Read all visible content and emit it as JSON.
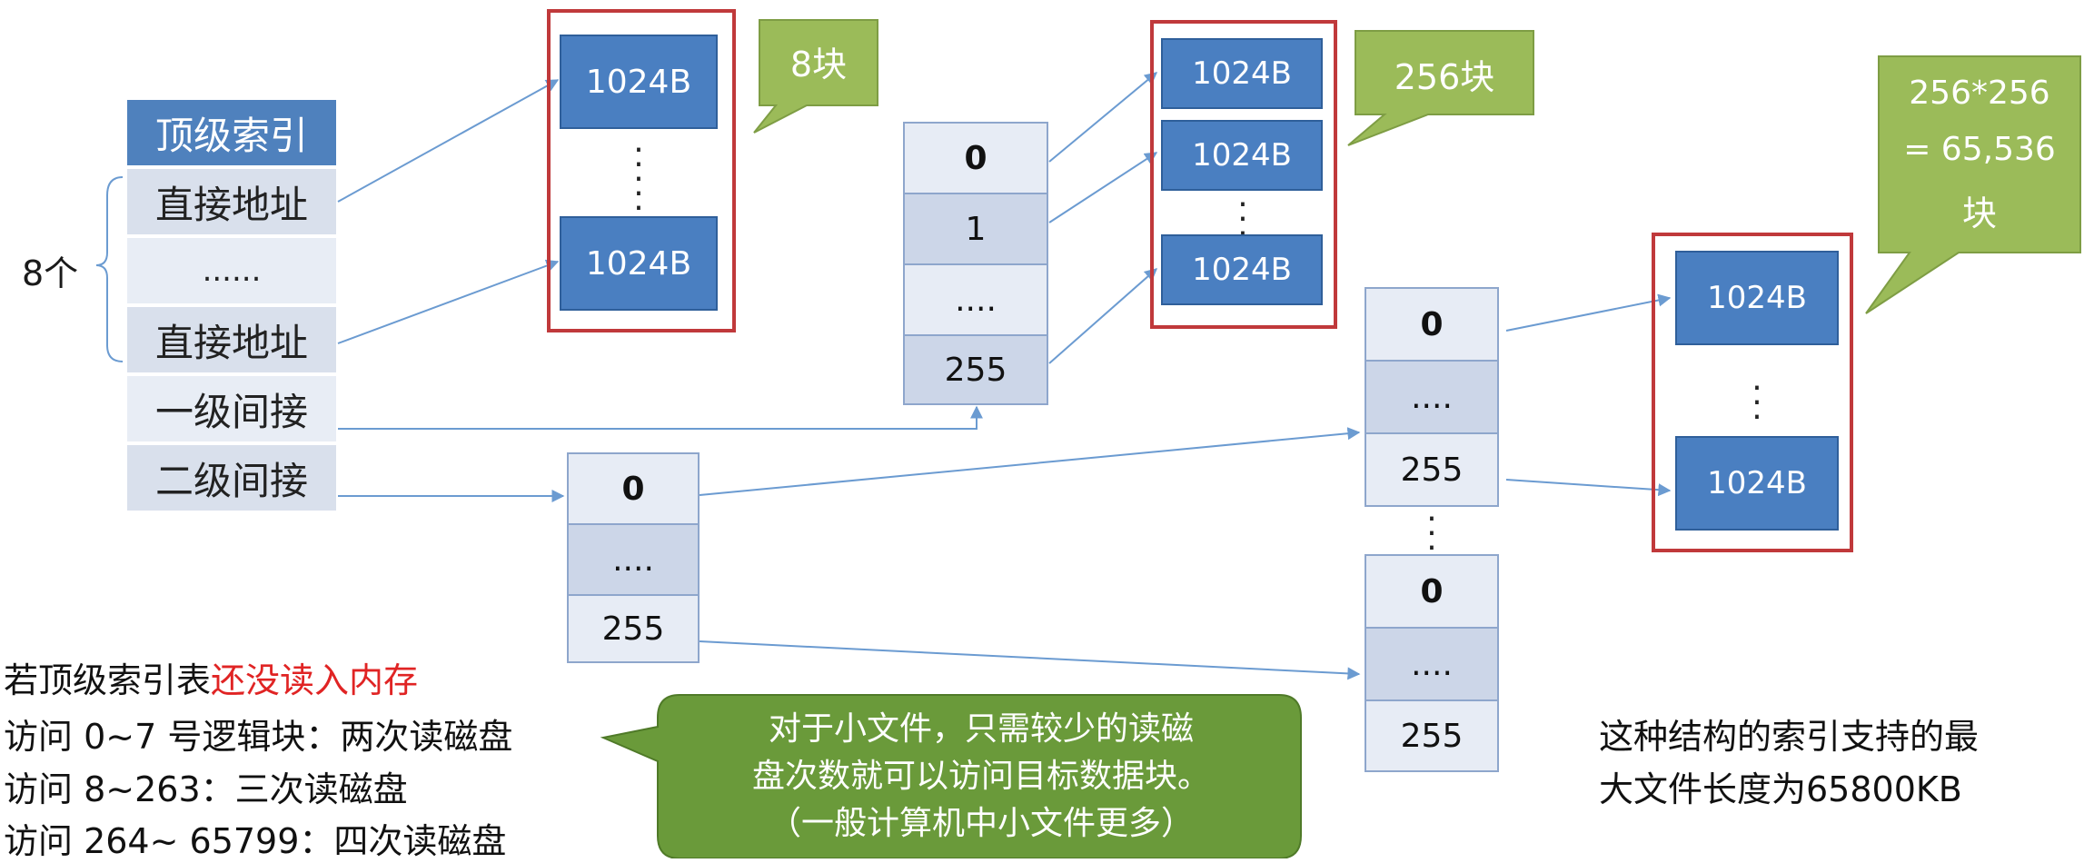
{
  "top_index": {
    "header": "顶级索引",
    "rows": [
      "直接地址",
      "......",
      "直接地址",
      "一级间接",
      "二级间接"
    ],
    "brace_label": "8个"
  },
  "direct_blocks": {
    "block_label": "1024B",
    "callout": "8块"
  },
  "first_level": {
    "index_cells": [
      "0",
      "1",
      "....",
      "255"
    ],
    "block_label": "1024B",
    "callout": "256块"
  },
  "second_level": {
    "index_cells": [
      "0",
      "....",
      "255"
    ],
    "sub_a_cells": [
      "0",
      "....",
      "255"
    ],
    "sub_b_cells": [
      "0",
      "....",
      "255"
    ],
    "block_label": "1024B",
    "callout_line1": "256*256",
    "callout_line2": "= 65,536",
    "callout_line3": "块"
  },
  "notes": {
    "line1_prefix": "若顶级索引表",
    "line1_highlight": "还没读入内存",
    "line2": "访问 0~7 号逻辑块：两次读磁盘",
    "line3": "访问 8~263：三次读磁盘",
    "line4": "访问 264~ 65799：四次读磁盘"
  },
  "small_file_callout": {
    "line1": "对于小文件，只需较少的读磁",
    "line2": "盘次数就可以访问目标数据块。",
    "line3": "（一般计算机中小文件更多）"
  },
  "max_size": {
    "line1": "这种结构的索引支持的最",
    "line2": "大文件长度为65800KB"
  },
  "colors": {
    "block_blue": "#4a7fc1",
    "header_blue": "#4f81bd",
    "highlight_red": "#c0393b",
    "callout_green": "#9bbb59",
    "bubble_green": "#6a9a3a",
    "arrow_blue": "#6b9bd1"
  }
}
